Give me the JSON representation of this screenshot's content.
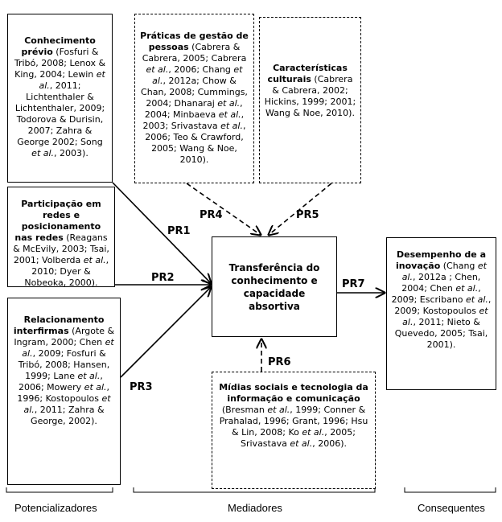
{
  "boxes": {
    "conhecimento": {
      "title": "Conhecimento prévio",
      "refs": [
        {
          "t": " (Fosfuri & Tribó, 2008; Lenox & King, 2004; Lewin "
        },
        {
          "t": "et al.",
          "i": true
        },
        {
          "t": ", 2011; Lichtenthaler & Lichtenthaler, 2009; Todorova & Durisin, 2007; Zahra & George 2002; Song "
        },
        {
          "t": "et al.",
          "i": true
        },
        {
          "t": ", 2003)."
        }
      ]
    },
    "participacao": {
      "title": "Participação em redes e posicionamento nas redes",
      "refs": [
        {
          "t": " (Reagans & McEvily, 2003; Tsai, 2001; Volberda "
        },
        {
          "t": "et al.",
          "i": true
        },
        {
          "t": ", 2010; Dyer & Nobeoka, 2000)."
        }
      ]
    },
    "relacionamento": {
      "title": "Relacionamento interfirmas",
      "refs": [
        {
          "t": " (Argote & Ingram, 2000; Chen "
        },
        {
          "t": "et al.",
          "i": true
        },
        {
          "t": ", 2009; Fosfuri & Tribó, 2008; Hansen, 1999; Lane "
        },
        {
          "t": "et al.",
          "i": true
        },
        {
          "t": ", 2006; Mowery "
        },
        {
          "t": "et al.",
          "i": true
        },
        {
          "t": ", 1996; Kostopoulos "
        },
        {
          "t": "et al.",
          "i": true
        },
        {
          "t": ", 2011; Zahra & George, 2002)."
        }
      ]
    },
    "praticas": {
      "title": "Práticas de gestão de pessoas",
      "refs": [
        {
          "t": " (Cabrera & Cabrera, 2005; Cabrera "
        },
        {
          "t": "et al.",
          "i": true
        },
        {
          "t": ", 2006; Chang "
        },
        {
          "t": "et al.",
          "i": true
        },
        {
          "t": ", 2012a; Chow & Chan, 2008; Cummings, 2004; Dhanaraj "
        },
        {
          "t": "et al.",
          "i": true
        },
        {
          "t": ", 2004; Minbaeva "
        },
        {
          "t": "et al.",
          "i": true
        },
        {
          "t": ", 2003; Srivastava "
        },
        {
          "t": "et al.",
          "i": true
        },
        {
          "t": ", 2006; Teo & Crawford, 2005; Wang & Noe, 2010)."
        }
      ]
    },
    "culturais": {
      "title": "Características culturais",
      "refs": [
        {
          "t": " (Cabrera & Cabrera, 2002; Hickins, 1999; 2001; Wang & Noe, 2010)."
        }
      ]
    },
    "midias": {
      "title": "Mídias sociais e tecnologia da informação e comunicação",
      "refs": [
        {
          "t": " (Bresman "
        },
        {
          "t": "et al.",
          "i": true
        },
        {
          "t": ", 1999; Conner & Prahalad, 1996; Grant, 1996; Hsu & Lin, 2008; Ko "
        },
        {
          "t": "et al.",
          "i": true
        },
        {
          "t": ", 2005; Srivastava "
        },
        {
          "t": "et al.",
          "i": true
        },
        {
          "t": ", 2006)."
        }
      ]
    },
    "desempenho": {
      "title": "Desempenho de a inovação",
      "refs": [
        {
          "t": " (Chang "
        },
        {
          "t": "et al.",
          "i": true
        },
        {
          "t": ", 2012a ; Chen, 2004; Chen "
        },
        {
          "t": "et al.",
          "i": true
        },
        {
          "t": ", 2009; Escribano "
        },
        {
          "t": "et al.",
          "i": true
        },
        {
          "t": ", 2009; Kostopoulos "
        },
        {
          "t": "et al.",
          "i": true
        },
        {
          "t": ", 2011; Nieto & Quevedo, 2005; Tsai, 2001)."
        }
      ]
    },
    "transferencia": {
      "title": "Transferência do conhecimento e capacidade absortiva"
    }
  },
  "relations": {
    "pr1": "PR1",
    "pr2": "PR2",
    "pr3": "PR3",
    "pr4": "PR4",
    "pr5": "PR5",
    "pr6": "PR6",
    "pr7": "PR7"
  },
  "footer": {
    "potencializadores": "Potencializadores",
    "mediadores": "Mediadores",
    "consequentes": "Consequentes"
  }
}
